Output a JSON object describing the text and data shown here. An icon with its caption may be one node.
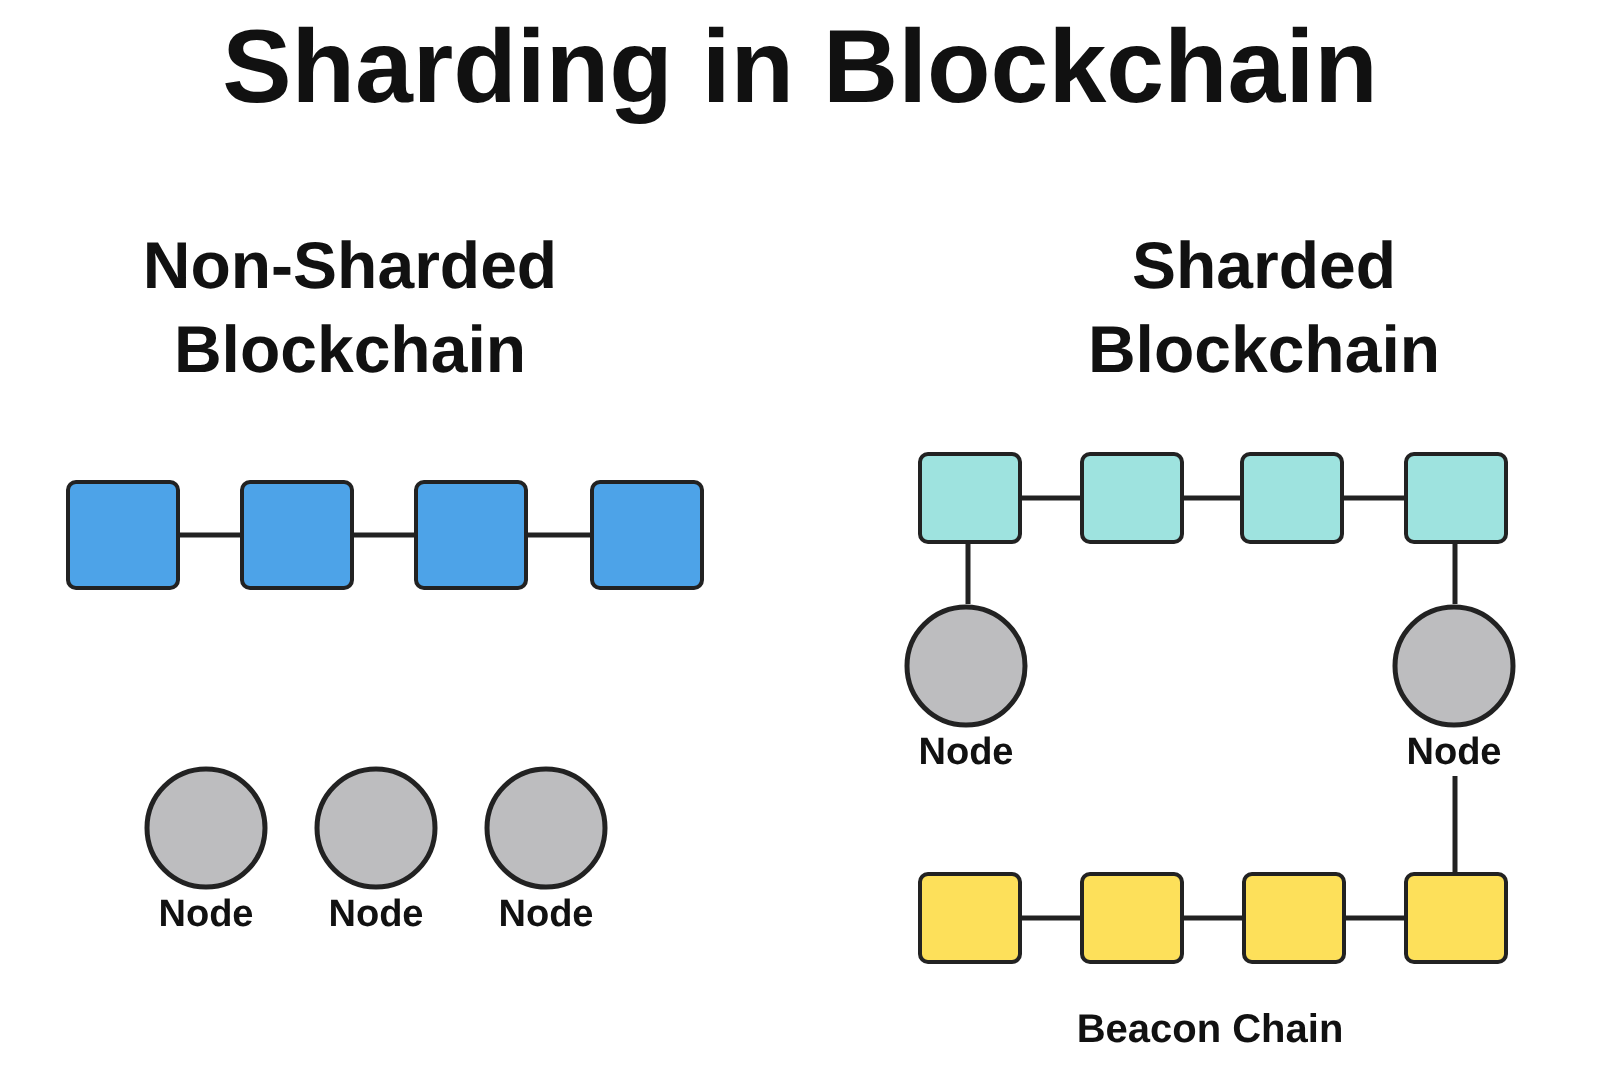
{
  "diagram": {
    "title": "Sharding in Blockchain",
    "nodes": [
      {
        "text": [],
        "shape": "box"
      },
      {
        "text": [],
        "shape": "box"
      },
      {
        "text": [],
        "shape": "box"
      },
      {
        "text": [],
        "shape": "box"
      },
      {
        "text": [],
        "shape": "circle",
        "beside": [
          "Node"
        ]
      },
      {
        "text": [],
        "shape": "circle",
        "beside": [
          "Node"
        ]
      },
      {
        "text": [],
        "shape": "circle",
        "beside": [
          "Node"
        ]
      },
      {
        "text": [],
        "shape": "box"
      },
      {
        "text": [],
        "shape": "box"
      },
      {
        "text": [],
        "shape": "box"
      },
      {
        "text": [],
        "shape": "box"
      },
      {
        "text": [],
        "shape": "circle",
        "beside": [
          "Node"
        ]
      },
      {
        "text": [],
        "shape": "circle",
        "beside": [
          "Node"
        ]
      },
      {
        "text": [],
        "shape": "box"
      },
      {
        "text": [],
        "shape": "box"
      },
      {
        "text": [],
        "shape": "box"
      },
      {
        "text": [],
        "shape": "box"
      }
    ],
    "edges": [
      {
        "from": 0,
        "to": 1,
        "arrow": "none"
      },
      {
        "from": 1,
        "to": 2,
        "arrow": "none"
      },
      {
        "from": 2,
        "to": 3,
        "arrow": "none"
      },
      {
        "from": 7,
        "to": 8,
        "arrow": "none"
      },
      {
        "from": 8,
        "to": 9,
        "arrow": "none"
      },
      {
        "from": 9,
        "to": 10,
        "arrow": "none"
      },
      {
        "from": 7,
        "to": 11,
        "arrow": "none"
      },
      {
        "from": 10,
        "to": 12,
        "arrow": "none"
      },
      {
        "from": 12,
        "to": 16,
        "arrow": "none"
      },
      {
        "from": 13,
        "to": 14,
        "arrow": "none"
      },
      {
        "from": 14,
        "to": 15,
        "arrow": "none"
      },
      {
        "from": 15,
        "to": 16,
        "arrow": "none"
      }
    ],
    "labels": [
      "Non-Sharded Blockchain",
      "Sharded Blockchain",
      "Beacon Chain"
    ]
  }
}
